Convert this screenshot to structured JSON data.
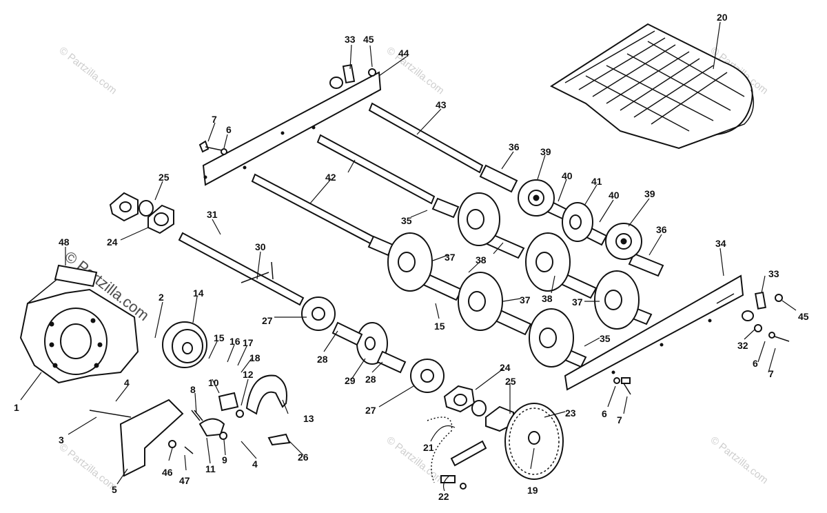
{
  "watermark": {
    "text": "© Partzilla.com"
  },
  "callouts": [
    "1",
    "2",
    "3",
    "4",
    "4",
    "5",
    "6",
    "6",
    "6",
    "7",
    "7",
    "7",
    "8",
    "9",
    "10",
    "11",
    "12",
    "13",
    "14",
    "15",
    "15",
    "16",
    "17",
    "18",
    "19",
    "20",
    "21",
    "22",
    "23",
    "24",
    "24",
    "25",
    "25",
    "26",
    "27",
    "27",
    "28",
    "28",
    "29",
    "30",
    "31",
    "32",
    "33",
    "33",
    "34",
    "35",
    "35",
    "36",
    "36",
    "37",
    "37",
    "37",
    "38",
    "38",
    "39",
    "39",
    "40",
    "40",
    "41",
    "42",
    "43",
    "44",
    "45",
    "45",
    "46",
    "47",
    "48"
  ],
  "colors": {
    "ink": "#111111",
    "paper": "#ffffff",
    "watermark": "#c9c9c9"
  }
}
